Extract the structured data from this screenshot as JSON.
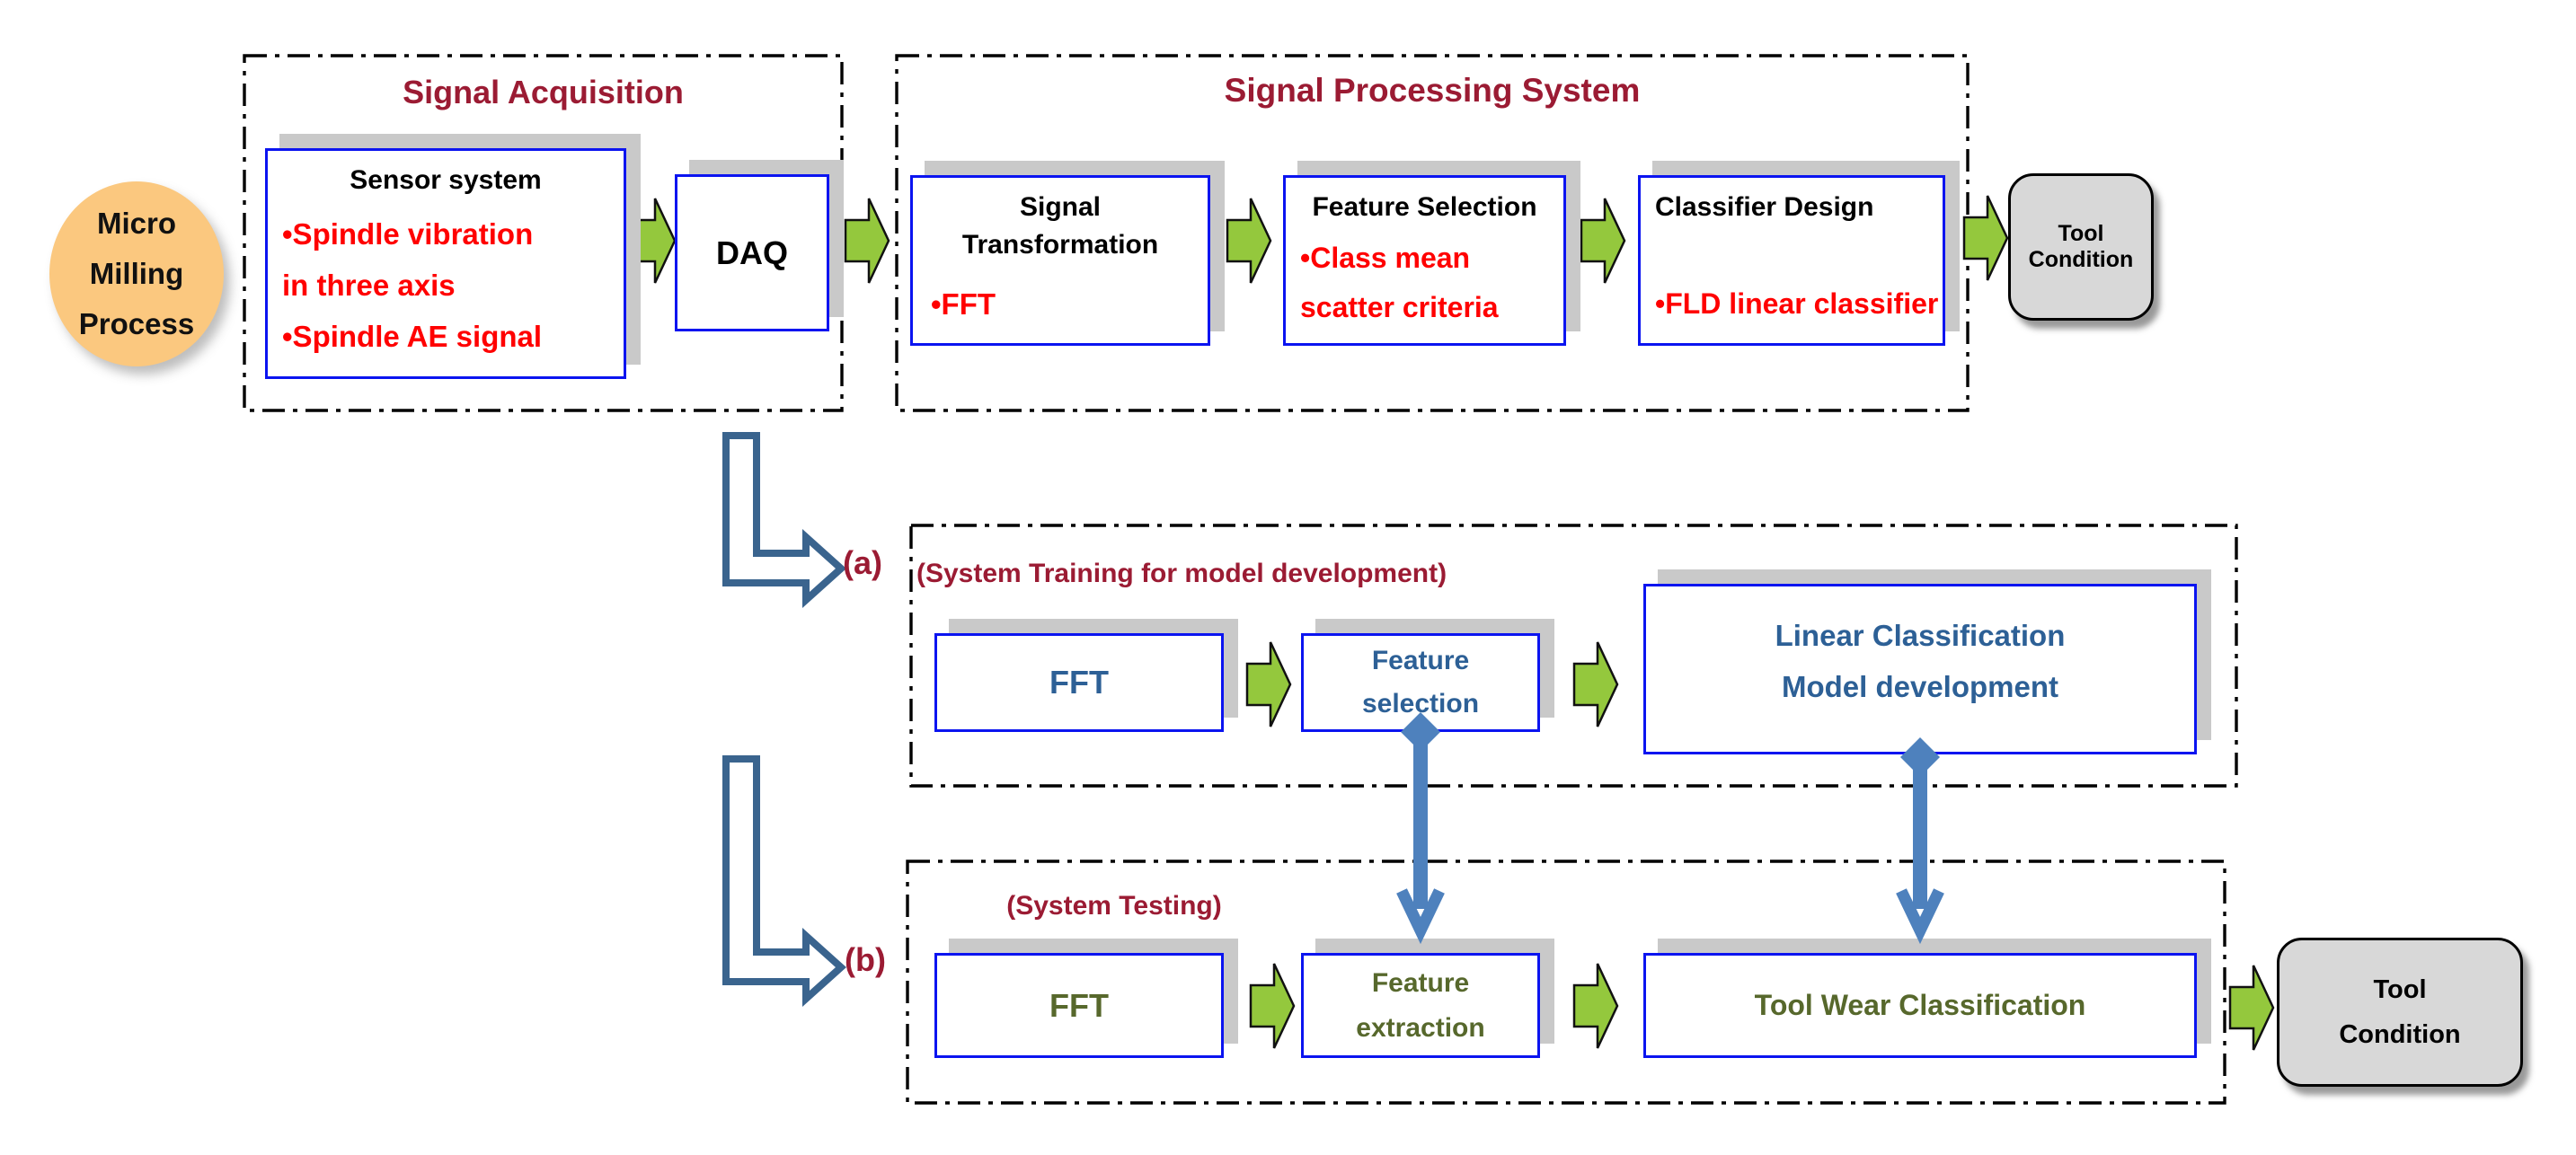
{
  "colors": {
    "maroon_title": "#9b1b33",
    "bullet_red": "#ff0000",
    "box_border_blue": "#0b14f0",
    "training_text_blue": "#2d6096",
    "testing_text_olive": "#57682c",
    "flow_arrow_green": "#94c83d",
    "connector_blue": "#4e81bd",
    "elbow_arrow_blue": "#3a648e",
    "ellipse_orange": "#fbc87f",
    "terminal_gray": "#d8d8d8",
    "box_shadow_gray": "#c9c9c9"
  },
  "source": {
    "lines": [
      "Micro",
      "Milling",
      "Process"
    ]
  },
  "signal_acquisition": {
    "title": "Signal Acquisition",
    "sensor": {
      "title": "Sensor system",
      "lines": [
        "•Spindle vibration",
        "in three axis",
        "•Spindle AE signal"
      ]
    },
    "daq": {
      "label": "DAQ"
    }
  },
  "signal_processing": {
    "title": "Signal Processing System",
    "transformation": {
      "title_lines": [
        "Signal",
        "Transformation"
      ],
      "bullet": "•FFT"
    },
    "feature_selection": {
      "title": "Feature Selection",
      "bullet_lines": [
        "•Class mean",
        "scatter criteria"
      ]
    },
    "classifier_design": {
      "title": "Classifier Design",
      "bullet": "•FLD linear classifier"
    }
  },
  "tool_condition_top": {
    "label": "Tool Condition"
  },
  "training": {
    "tag": "(a)",
    "title": "(System Training for model development)",
    "fft": "FFT",
    "feature": {
      "lines": [
        "Feature",
        "selection"
      ]
    },
    "model": {
      "lines": [
        "Linear Classification",
        "Model development"
      ]
    }
  },
  "testing": {
    "tag": "(b)",
    "title": "(System Testing)",
    "fft": "FFT",
    "feature": {
      "lines": [
        "Feature",
        "extraction"
      ]
    },
    "classification": "Tool Wear Classification"
  },
  "tool_condition_bottom": {
    "lines": [
      "Tool",
      "Condition"
    ]
  }
}
